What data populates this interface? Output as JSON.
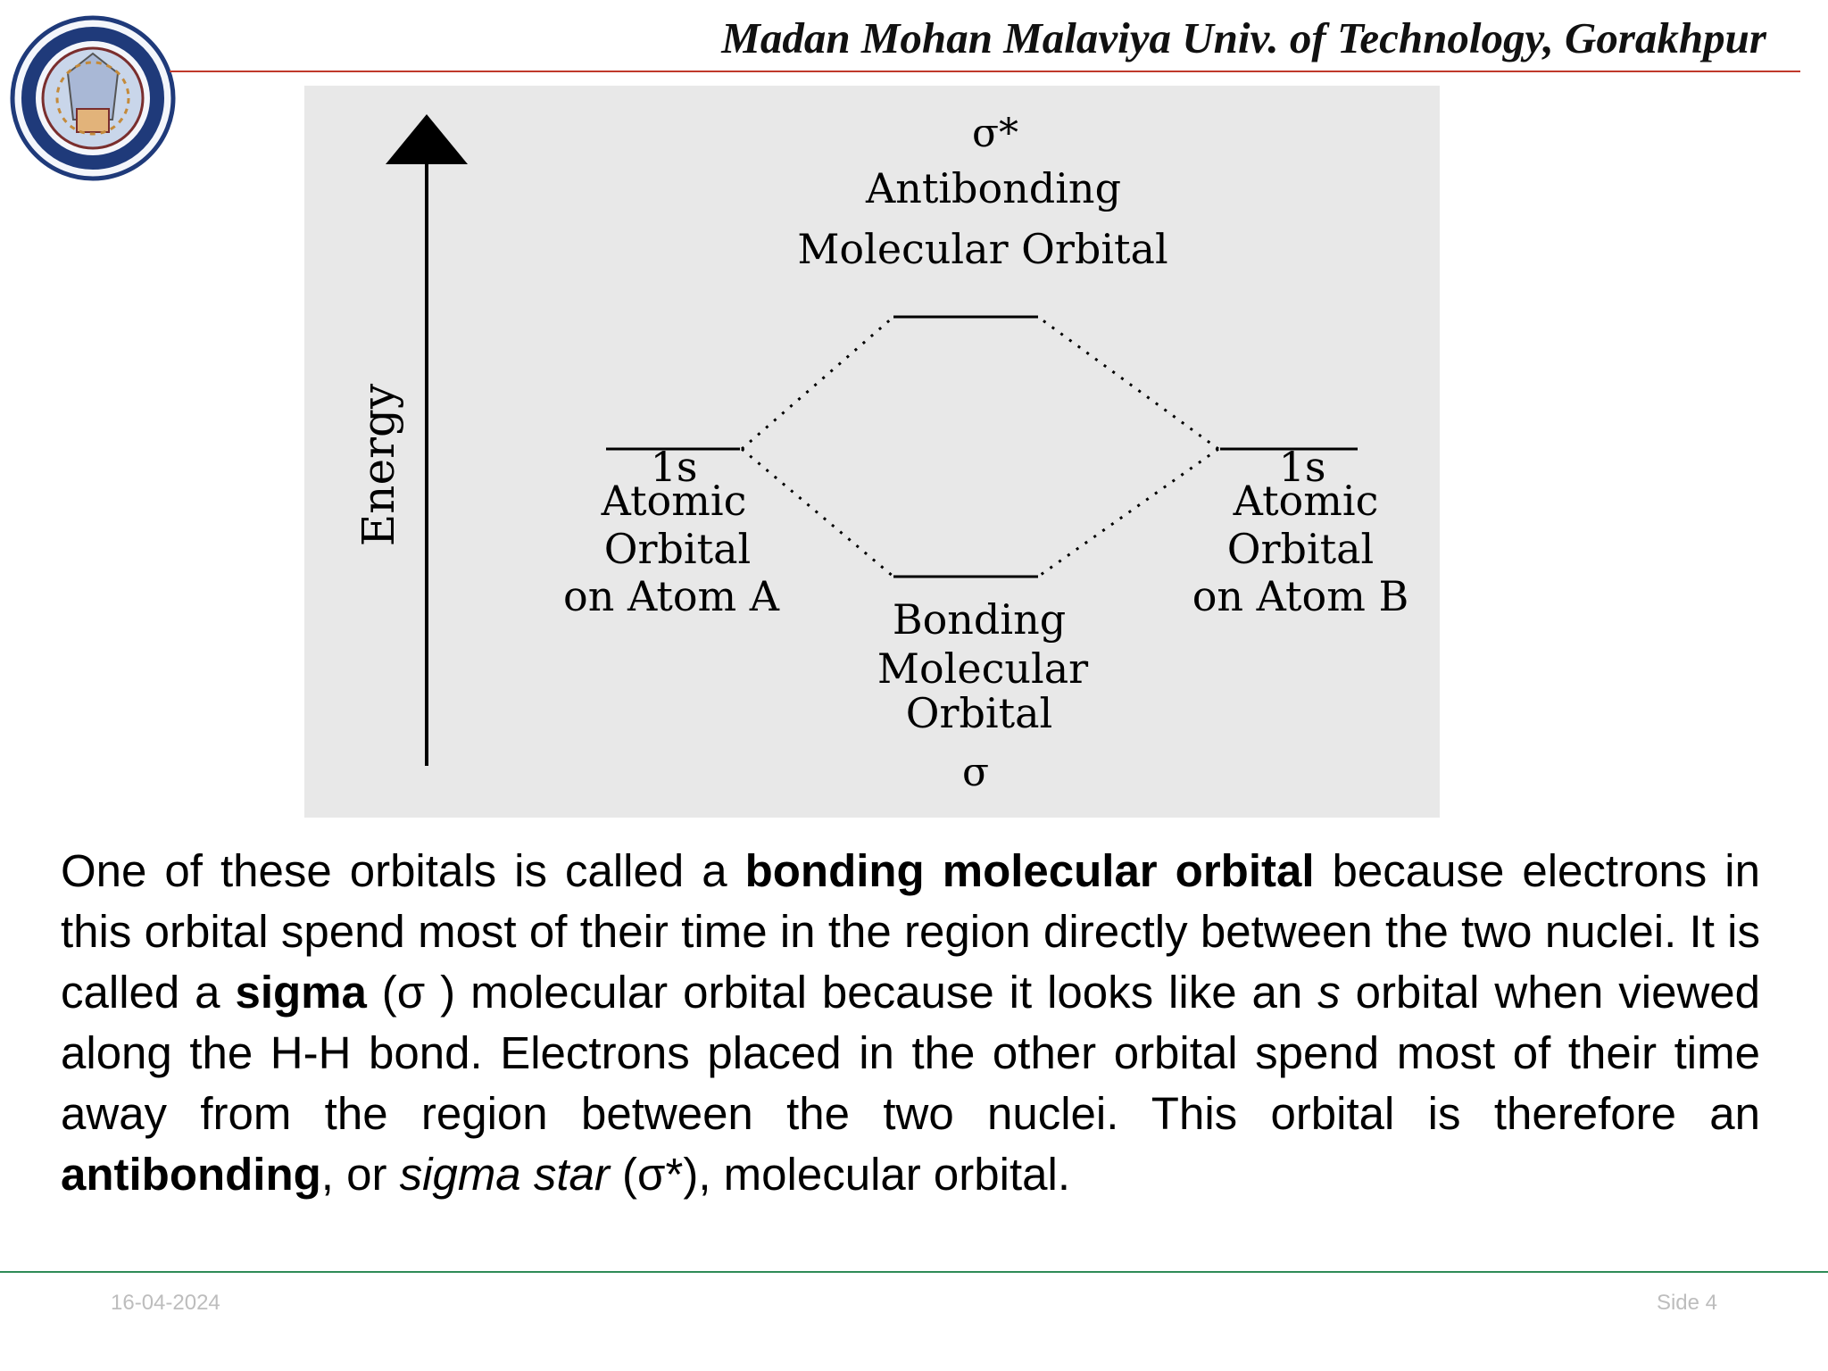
{
  "header": {
    "title": "Madan Mohan Malaviya Univ. of Technology, Gorakhpur",
    "logo_icon": "university-seal-icon"
  },
  "diagram": {
    "energy_label": "Energy",
    "antibonding_symbol": "σ*",
    "antibonding_line1": "Antibonding",
    "antibonding_line2": "Molecular Orbital",
    "atom_a": {
      "level": "1s",
      "line1": "Atomic",
      "line2": "Orbital",
      "line3": "on Atom A"
    },
    "atom_b": {
      "level": "1s",
      "line1": "Atomic",
      "line2": "Orbital",
      "line3": "on Atom B"
    },
    "bonding_line1": "Bonding",
    "bonding_line2": "Molecular",
    "bonding_line3": "Orbital",
    "bonding_symbol": "σ"
  },
  "body": {
    "p_1": "One of these orbitals is called a ",
    "b_1": "bonding molecular orbital",
    "p_2": " because electrons in this orbital spend most of their time in the region directly between the two nuclei. It is called a ",
    "b_2": "sigma",
    "p_3": " (σ  ) molecular orbital because it looks like an ",
    "i_1": "s",
    "p_4": " orbital when viewed along the H-H bond. Electrons placed in the other orbital spend most of their time away from the region between the two nuclei. This orbital is therefore an ",
    "b_3": "antibonding",
    "p_5": ", or ",
    "i_2": "sigma star",
    "p_6": " (σ*), molecular orbital."
  },
  "footer": {
    "date": "16-04-2024",
    "page": "Side 4"
  },
  "colors": {
    "header_rule": "#c0392b",
    "footer_rule": "#2e8b57",
    "diagram_background": "#e8e8e8",
    "seal_blue": "#1f3a7a"
  }
}
